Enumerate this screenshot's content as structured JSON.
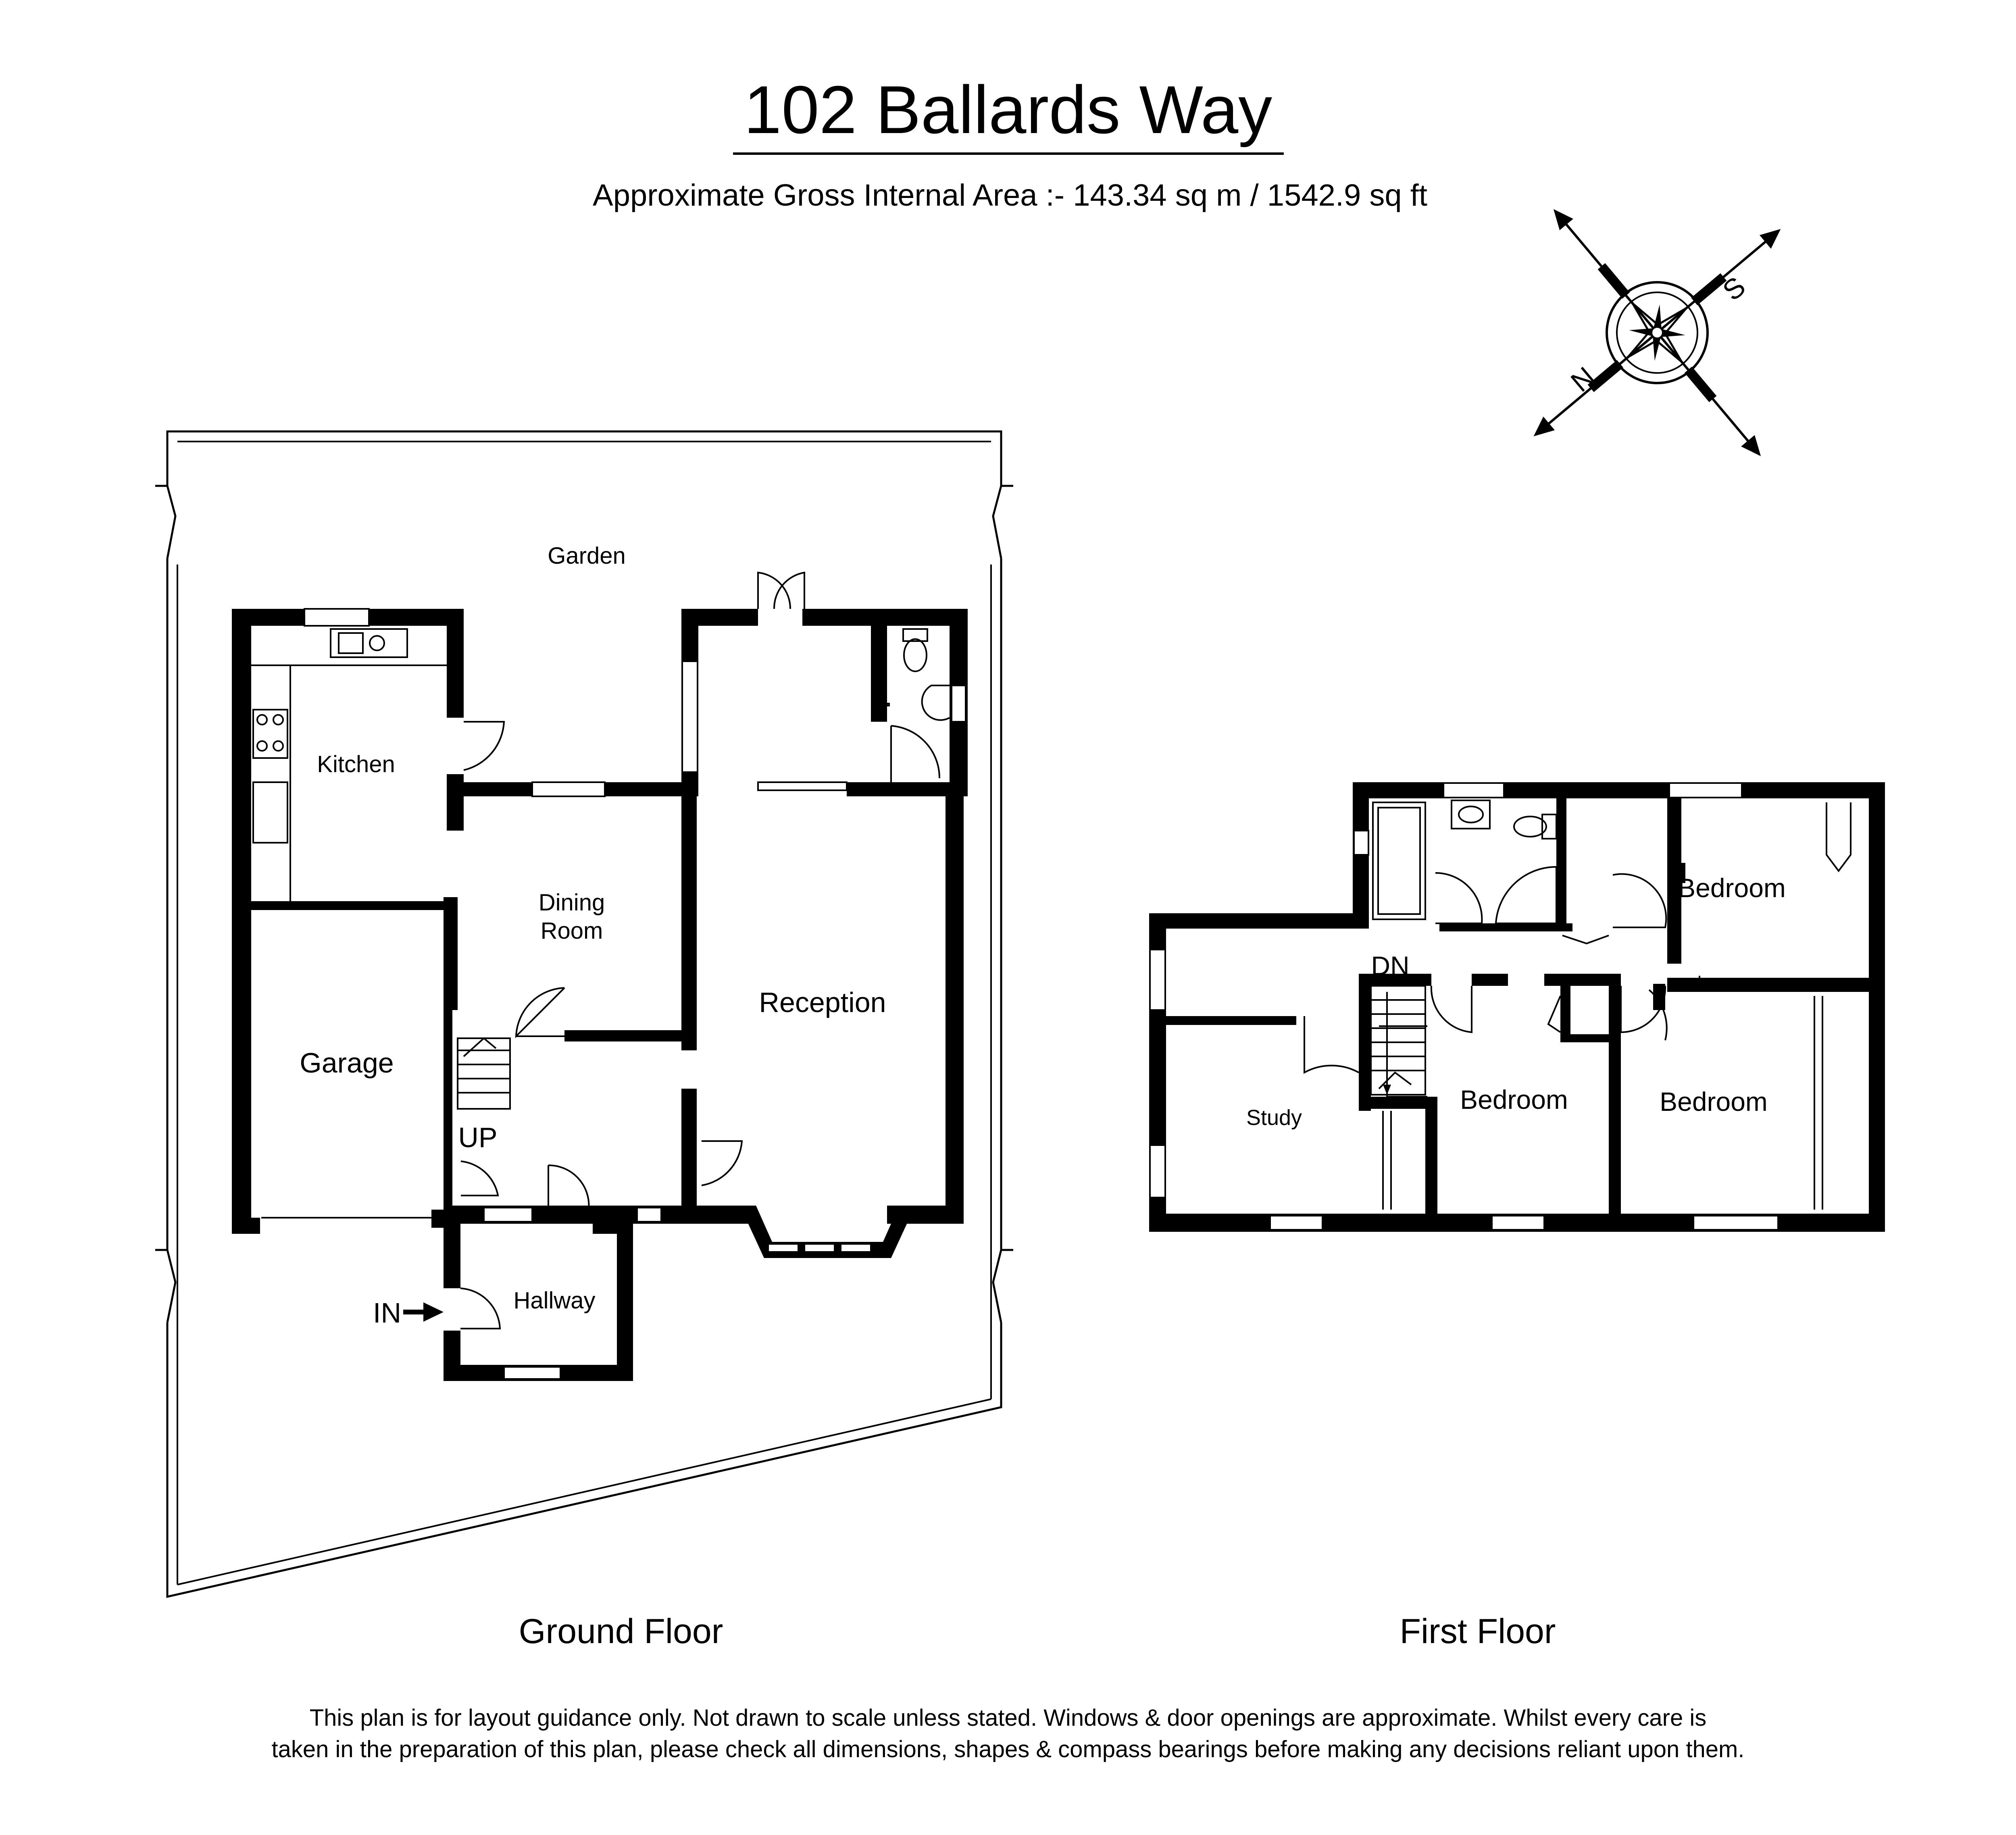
{
  "title": "102 Ballards Way",
  "area": "Approximate Gross Internal Area :- 143.34 sq m / 1542.9 sq ft",
  "compass": {
    "north": "N",
    "south": "S"
  },
  "ground_floor": {
    "label": "Ground Floor",
    "rooms": {
      "garden": "Garden",
      "kitchen": "Kitchen",
      "dining_line1": "Dining",
      "dining_line2": "Room",
      "reception": "Reception",
      "garage": "Garage",
      "hallway": "Hallway"
    },
    "stairs_label": "UP",
    "entrance_label": "IN"
  },
  "first_floor": {
    "label": "First Floor",
    "rooms": {
      "bedroom_top_right": "Bedroom",
      "bedroom_middle": "Bedroom",
      "bedroom_right": "Bedroom",
      "study": "Study"
    },
    "stairs_label": "DN"
  },
  "disclaimer_line1": "This plan is for layout guidance only. Not drawn to scale unless stated. Windows & door openings are approximate. Whilst every care is",
  "disclaimer_line2": "taken in the preparation of this plan, please check all dimensions, shapes & compass bearings before making any decisions reliant upon them."
}
